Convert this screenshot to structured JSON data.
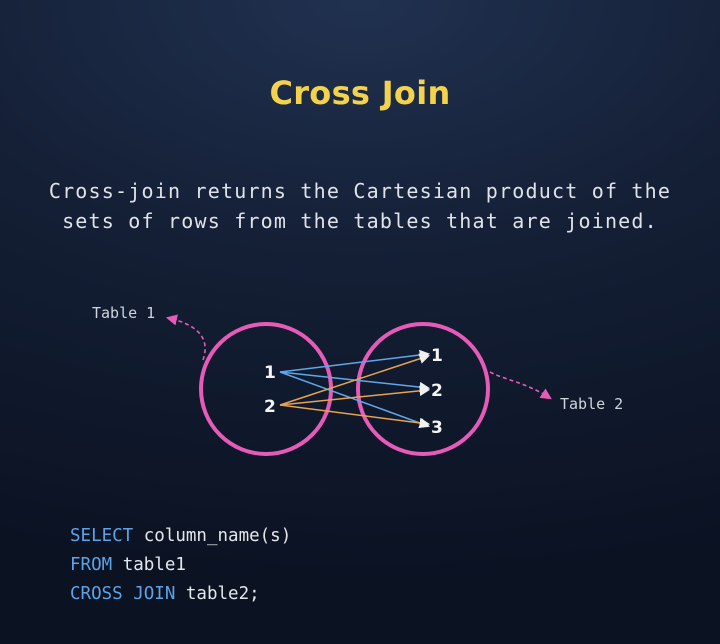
{
  "title": "Cross Join",
  "description": "Cross-join returns the Cartesian product of the\nsets of rows from the tables that are joined.",
  "diagram": {
    "table1_label": "Table 1",
    "table2_label": "Table 2",
    "table1_rows": [
      "1",
      "2"
    ],
    "table2_rows": [
      "1",
      "2",
      "3"
    ],
    "circle_color": "#e65bb8",
    "line_colors": [
      "#5fa7e8",
      "#e7a250"
    ]
  },
  "code": {
    "line1_kw": "SELECT",
    "line1_rest": " column_name(s)",
    "line2_kw": "FROM",
    "line2_rest": " table1",
    "line3_kw": "CROSS JOIN",
    "line3_rest": " table2;"
  },
  "colors": {
    "title": "#f3d24c",
    "keyword": "#5da3e8",
    "background": "#141f35"
  }
}
